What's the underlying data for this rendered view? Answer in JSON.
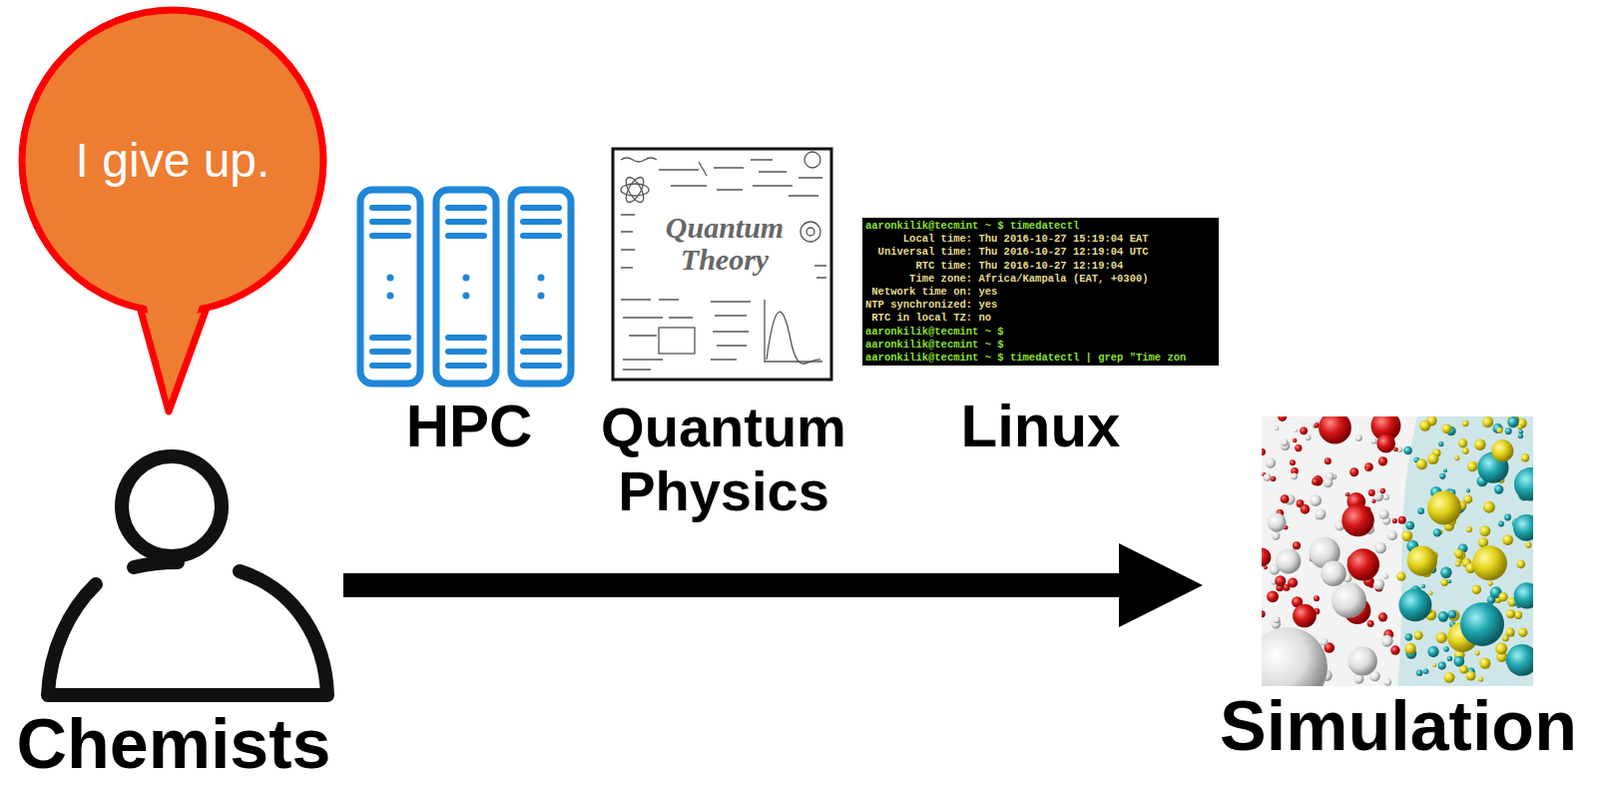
{
  "diagram": {
    "nodes": [
      {
        "text": [
          "I give up."
        ]
      },
      {
        "text": [
          "HPC"
        ]
      },
      {
        "text": [
          "Quantum Physics"
        ]
      },
      {
        "text": [
          "Linux"
        ]
      },
      {
        "text": [
          "Chemists"
        ]
      },
      {
        "text": [
          "Simulation"
        ]
      }
    ],
    "edges": [
      {
        "from": 4,
        "to": 5,
        "arrow": "to"
      }
    ],
    "labels": [
      "Quantum Theory",
      "aaronkilik@tecmint ~ $ timedatectl",
      "Local time: Thu 2016-10-27 15:19:04 EAT",
      "Universal time: Thu 2016-10-27 12:19:04 UTC",
      "RTC time: Thu 2016-10-27 12:19:04",
      "Time zone: Africa/Kampala (EAT, +0300)",
      "Network time on: yes",
      "NTP synchronized: yes",
      "RTC in local TZ: no",
      "aaronkilik@tecmint ~ $",
      "aaronkilik@tecmint ~ $",
      "aaronkilik@tecmint ~ $ timedatectl | grep \"Time zon"
    ]
  }
}
